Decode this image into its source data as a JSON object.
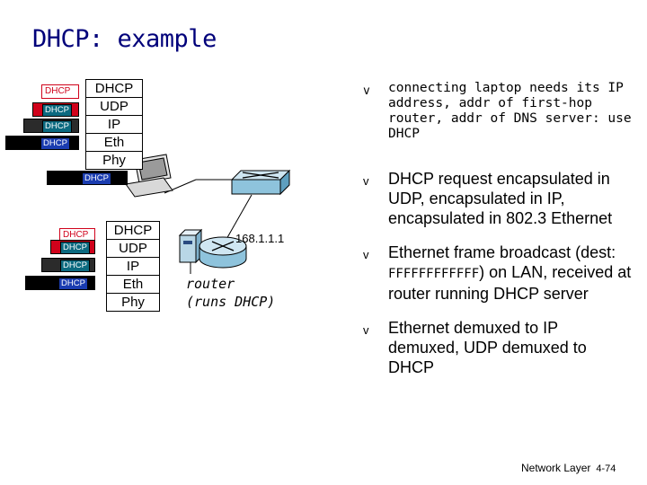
{
  "title": "DHCP: example",
  "client_stack": [
    "DHCP",
    "UDP",
    "IP",
    "Eth",
    "Phy"
  ],
  "server_stack": [
    "DHCP",
    "UDP",
    "IP",
    "Eth",
    "Phy"
  ],
  "packet_label": "DHCP",
  "router_ip": "168.1.1.1",
  "router_caption": [
    "router",
    "(runs DHCP)"
  ],
  "bullets": [
    "connecting laptop needs its IP address, addr of first-hop router, addr of DNS server: use DHCP",
    "DHCP request encapsulated in UDP, encapsulated in IP, encapsulated in 802.3 Ethernet"
  ],
  "bullet3": {
    "pre": "Ethernet frame broadcast (dest: ",
    "mono": "FFFFFFFFFFFF",
    "post": ") on LAN, received at router running DHCP server"
  },
  "bullet4": "Ethernet demuxed to IP demuxed, UDP demuxed to DHCP",
  "bullet_mark": "v",
  "footer": {
    "label": "Network Layer",
    "page": "4-74"
  },
  "colors": {
    "title": "#00007a",
    "packet_red": "#d0021b",
    "packet_teal": "#0c6a80",
    "packet_blue": "#1a3cb0"
  }
}
